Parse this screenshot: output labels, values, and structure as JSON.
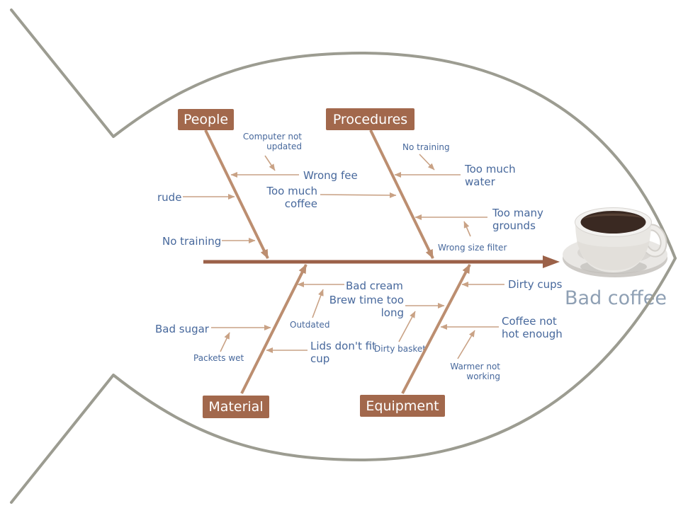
{
  "effect": {
    "label": "Bad coffee"
  },
  "colors": {
    "cause_text": "#47689C",
    "effect_text": "#8FA0B4",
    "category_box": "#A2684C",
    "category_text": "#FFFFFF",
    "spine": "#9B6148",
    "bone": "#BC8E70",
    "branch_line": "#C9A285",
    "fish_outline": "#9C9C91",
    "coffee": "#3A2922",
    "cup": "#E9E7E3"
  },
  "categories": [
    {
      "name": "People",
      "causes": [
        {
          "text": "Wrong fee",
          "annotation": "Computer not updated"
        },
        {
          "text": "rude"
        },
        {
          "text": "No training"
        }
      ]
    },
    {
      "name": "Procedures",
      "causes": [
        {
          "text": "Too much coffee"
        },
        {
          "text": "Too much water",
          "annotation": "No training"
        },
        {
          "text": "Too many grounds",
          "annotation": "Wrong size filter"
        }
      ]
    },
    {
      "name": "Material",
      "causes": [
        {
          "text": "Bad cream",
          "annotation": "Outdated"
        },
        {
          "text": "Bad sugar",
          "annotation": "Packets wet"
        },
        {
          "text": "Lids don't fit cup"
        }
      ]
    },
    {
      "name": "Equipment",
      "causes": [
        {
          "text": "Brew time too long",
          "annotation": "Dirty basket"
        },
        {
          "text": "Dirty cups"
        },
        {
          "text": "Coffee not hot enough",
          "annotation": "Warmer not working"
        }
      ]
    }
  ]
}
